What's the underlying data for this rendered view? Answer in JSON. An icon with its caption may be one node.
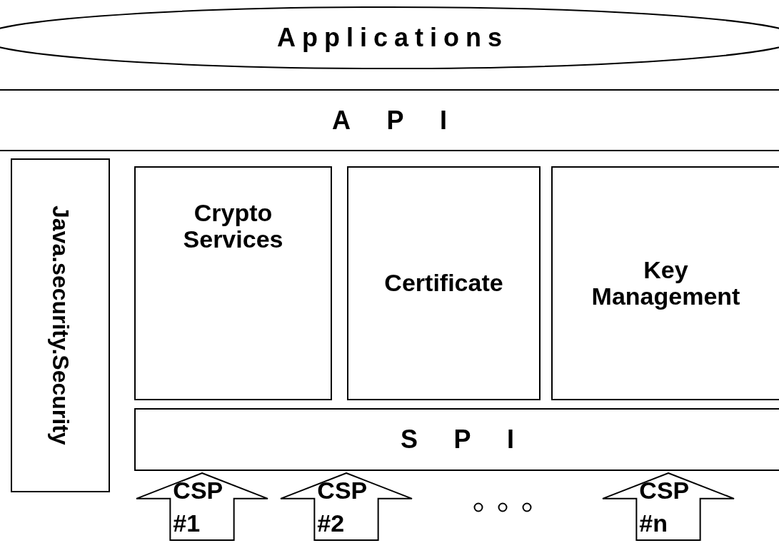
{
  "diagram": {
    "nodes": [
      {
        "text": [
          "Applications"
        ]
      },
      {
        "text": [
          "API"
        ]
      },
      {
        "text": [
          "Java.security.Security"
        ]
      },
      {
        "text": [
          "Crypto Services"
        ]
      },
      {
        "text": [
          "Certificate"
        ]
      },
      {
        "text": [
          "Key Management"
        ]
      },
      {
        "text": [
          "SPI"
        ]
      },
      {
        "text": [
          "CSP #1"
        ]
      },
      {
        "text": [
          "CSP #2"
        ]
      },
      {
        "text": [
          "CSP #n"
        ]
      }
    ]
  }
}
